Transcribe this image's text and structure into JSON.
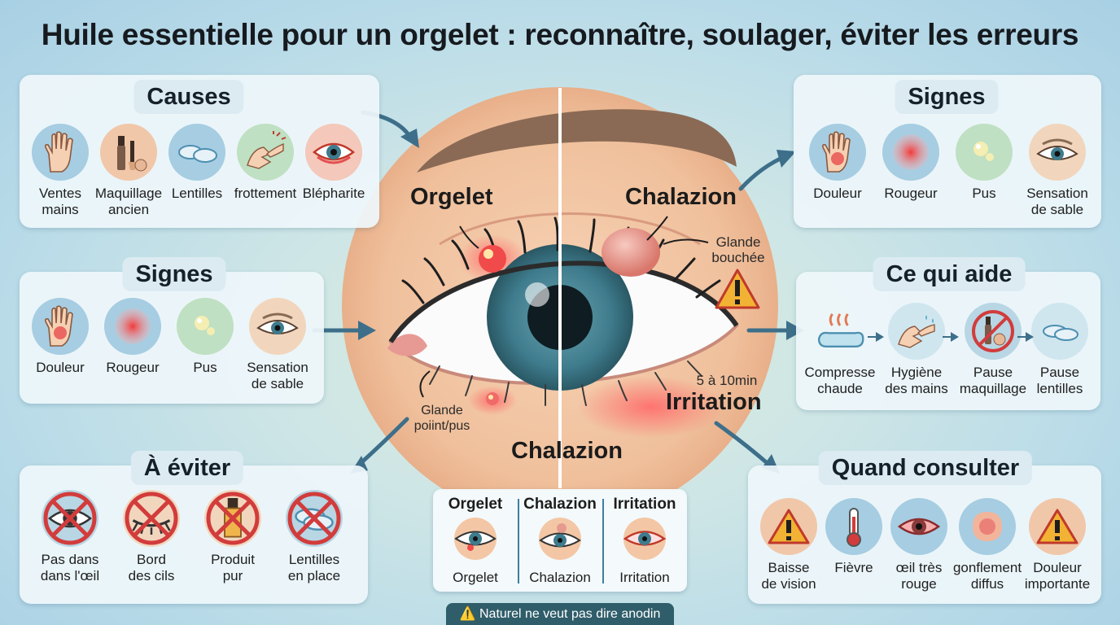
{
  "title": "Huile essentielle pour un orgelet : reconnaître, soulager, éviter les erreurs",
  "causes": {
    "title": "Causes",
    "items": [
      {
        "label": "Ventes\nmains",
        "icon": "hand-icon"
      },
      {
        "label": "Maquillage\nancien",
        "icon": "makeup-icon"
      },
      {
        "label": "Lentilles",
        "icon": "contact-lens-icon"
      },
      {
        "label": "frottement",
        "icon": "rubbing-hands-icon"
      },
      {
        "label": "Blépharite",
        "icon": "inflamed-eye-icon"
      }
    ]
  },
  "signes_left": {
    "title": "Signes",
    "items": [
      {
        "label": "Douleur",
        "icon": "painful-hand-icon"
      },
      {
        "label": "Rougeur",
        "icon": "redness-icon"
      },
      {
        "label": "Pus",
        "icon": "pus-icon"
      },
      {
        "label": "Sensation\nde sable",
        "icon": "eye-icon"
      }
    ]
  },
  "signes_right": {
    "title": "Signes",
    "items": [
      {
        "label": "Douleur",
        "icon": "painful-hand-icon"
      },
      {
        "label": "Rougeur",
        "icon": "redness-icon"
      },
      {
        "label": "Pus",
        "icon": "pus-icon"
      },
      {
        "label": "Sensation\nde sable",
        "icon": "eye-icon"
      }
    ]
  },
  "avoid": {
    "title": "À éviter",
    "items": [
      {
        "label": "Pas dans\ndans l'œil",
        "icon": "no-eye-icon"
      },
      {
        "label": "Bord\ndes cils",
        "icon": "no-lashes-icon"
      },
      {
        "label": "Produit\npur",
        "icon": "no-dropper-icon"
      },
      {
        "label": "Lentilles\nen place",
        "icon": "no-lens-icon"
      }
    ]
  },
  "helps": {
    "title": "Ce qui aide",
    "items": [
      {
        "label": "Compresse\nchaude",
        "icon": "warm-compress-icon"
      },
      {
        "label": "Hygiène\ndes mains",
        "icon": "hand-wash-icon"
      },
      {
        "label": "Pause\nmaquillage",
        "icon": "no-makeup-icon"
      },
      {
        "label": "Pause\nlentilles",
        "icon": "contact-lens-icon"
      }
    ]
  },
  "consult": {
    "title": "Quand consulter",
    "items": [
      {
        "label": "Baisse\nde vision",
        "icon": "warning-icon"
      },
      {
        "label": "Fièvre",
        "icon": "thermometer-icon"
      },
      {
        "label": "œil très\nrouge",
        "icon": "red-eye-icon"
      },
      {
        "label": "gonflement\ndiffus",
        "icon": "swelling-icon"
      },
      {
        "label": "Douleur\nimportante",
        "icon": "warning-icon"
      }
    ]
  },
  "eye": {
    "orgelet": "Orgelet",
    "chalazion_top": "Chalazion",
    "glande_bouchee": "Glande\nbouchée",
    "glande_point": "Glande\npoiint/pus",
    "duration": "5 à 10min",
    "irritation": "Irritation",
    "chalazion_bottom": "Chalazion"
  },
  "compare": {
    "columns": [
      {
        "header": "Orgelet",
        "label": "Orgelet"
      },
      {
        "header": "Chalazion",
        "label": "Chalazion"
      },
      {
        "header": "Irritation",
        "label": "Irritation"
      }
    ]
  },
  "footer": "⚠️ Naturel ne veut pas dire anodin",
  "colors": {
    "accent_arrow": "#3d6f8a",
    "red_cross": "#cf3a3a",
    "warning": "#e8a33a",
    "skin": "#f3c7a5",
    "iris": "#3e7b8c"
  }
}
